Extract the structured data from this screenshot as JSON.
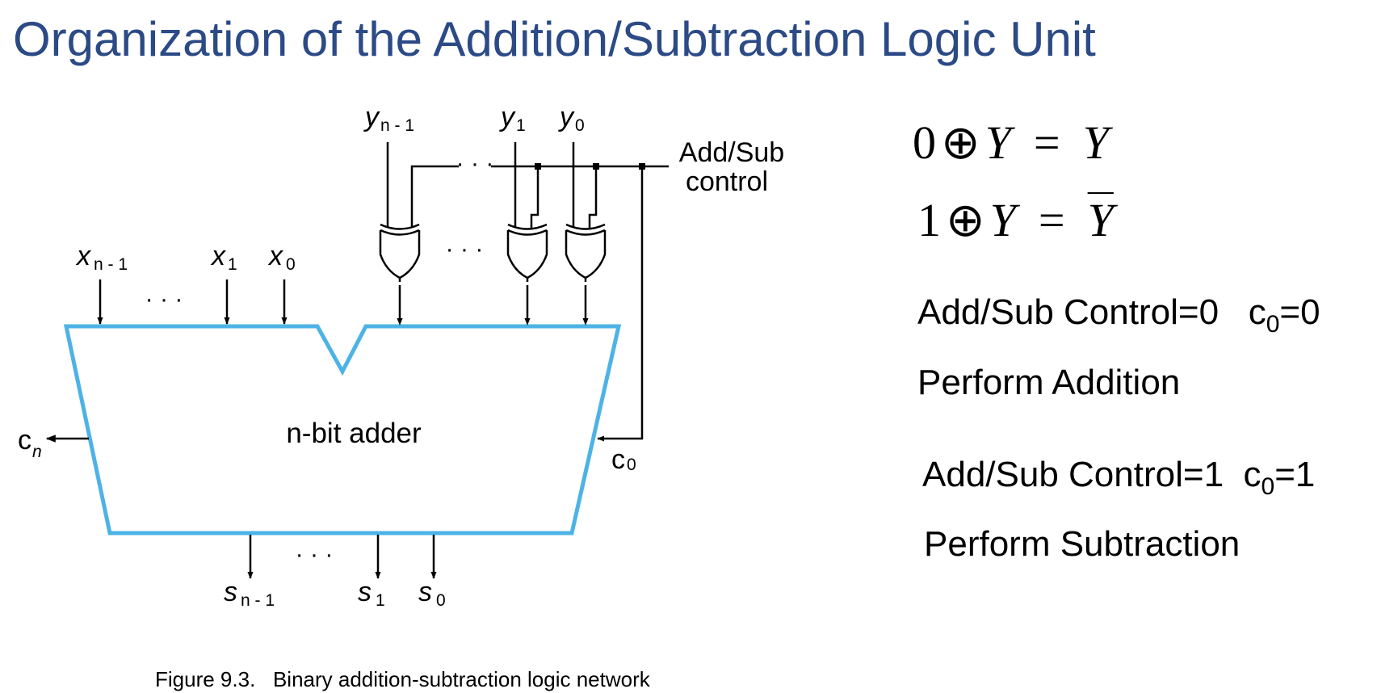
{
  "title": "Organization of the Addition/Subtraction Logic Unit",
  "diagram": {
    "adder_label": "n-bit adder",
    "control_line1": "Add/Sub",
    "control_line2": "control",
    "ellipsis": "· · ·",
    "inputs_x": [
      {
        "base": "x",
        "sub": "n - 1"
      },
      {
        "base": "x",
        "sub": "1"
      },
      {
        "base": "x",
        "sub": "0"
      }
    ],
    "inputs_y": [
      {
        "base": "y",
        "sub": "n - 1"
      },
      {
        "base": "y",
        "sub": "1"
      },
      {
        "base": "y",
        "sub": "0"
      }
    ],
    "outputs_s": [
      {
        "base": "s",
        "sub": "n - 1"
      },
      {
        "base": "s",
        "sub": "1"
      },
      {
        "base": "s",
        "sub": "0"
      }
    ],
    "carry_out": {
      "base": "c",
      "sub": "n"
    },
    "carry_in": {
      "base": "c",
      "sub": "0"
    },
    "adder_color": "#4db3e6"
  },
  "equations": {
    "eq1": {
      "lhs_const": "0",
      "op": "⊕",
      "var": "Y",
      "eq": "=",
      "rhs": "Y"
    },
    "eq2": {
      "lhs_const": "1",
      "op": "⊕",
      "var": "Y",
      "eq": "=",
      "rhs": "Y"
    }
  },
  "rules": [
    {
      "control": "Add/Sub Control=0",
      "carry_base": "c",
      "carry_sub": "0",
      "carry_val": "=0",
      "action": "Perform Addition"
    },
    {
      "control": "Add/Sub Control=1",
      "carry_base": "c",
      "carry_sub": "0",
      "carry_val": "=1",
      "action": "Perform Subtraction"
    }
  ],
  "caption": "Figure 9.3.   Binary addition-subtraction logic network"
}
